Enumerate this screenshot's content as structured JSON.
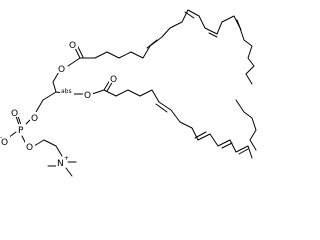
{
  "atoms": {
    "O1": "O",
    "O2": "O",
    "O3": "O",
    "O4": "O",
    "O5": "O",
    "O6": "O",
    "O7": "O",
    "P": "P",
    "N": "N",
    "charge_plus": "+",
    "charge_minus": "-"
  },
  "stereo": {
    "label": "abs"
  },
  "colors": {
    "ink": "#000000",
    "background": "#ffffff"
  }
}
